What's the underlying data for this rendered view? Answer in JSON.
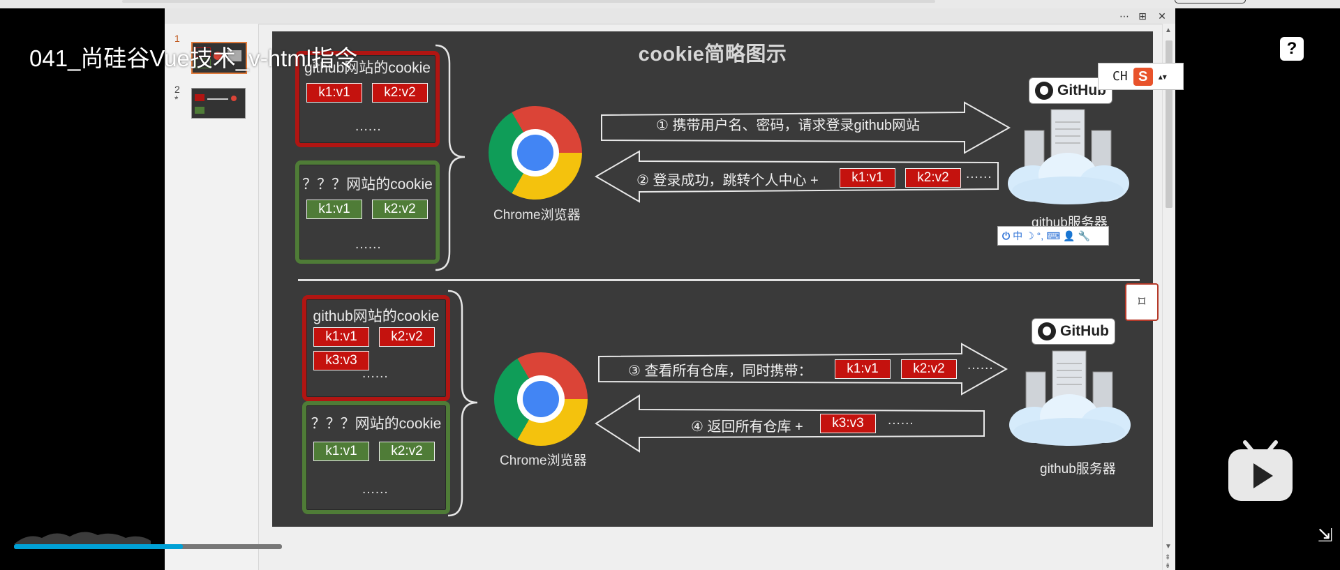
{
  "video": {
    "title": "041_尚硅谷Vue技术_v-html指令",
    "progress": 0.63,
    "help_label": "?",
    "expand_label": "⇲"
  },
  "ppt": {
    "slide_numbers": [
      "1",
      "2"
    ],
    "slide2_marker": "*",
    "window_buttons": [
      "⋯",
      "⊞",
      "✕"
    ]
  },
  "slide": {
    "title": "cookie简略图示",
    "top": {
      "github_box_title": "github网站的cookie",
      "github_cookies": [
        "k1:v1",
        "k2:v2"
      ],
      "github_dots": "......",
      "other_box_title": "？？？网站的cookie",
      "other_cookies": [
        "k1:v1",
        "k2:v2"
      ],
      "other_dots": "......",
      "browser_label": "Chrome浏览器",
      "arrow1_text": "① 携带用户名、密码，请求登录github网站",
      "arrow2_text": "② 登录成功，跳转个人中心 +",
      "arrow2_cookies": [
        "k1:v1",
        "k2:v2"
      ],
      "arrow2_dots": "......",
      "github_logo_text": "GitHub",
      "server_label": "github服务器"
    },
    "bottom": {
      "github_box_title": "github网站的cookie",
      "github_cookies": [
        "k1:v1",
        "k2:v2",
        "k3:v3"
      ],
      "github_dots": "......",
      "other_box_title": "？？？网站的cookie",
      "other_cookies": [
        "k1:v1",
        "k2:v2"
      ],
      "other_dots": "......",
      "browser_label": "Chrome浏览器",
      "arrow3_text": "③ 查看所有仓库，同时携带：",
      "arrow3_cookies": [
        "k1:v1",
        "k2:v2"
      ],
      "arrow3_dots": "......",
      "arrow4_text": "④ 返回所有仓库 +",
      "arrow4_cookies": [
        "k3:v3"
      ],
      "arrow4_dots": "......",
      "github_logo_text": "GitHub",
      "server_label": "github服务器"
    }
  },
  "ime_toolbar": {
    "items": [
      "中",
      "☽",
      "°,",
      "⌨",
      "👤",
      "🔧"
    ]
  },
  "ch_panel": {
    "label": "CH",
    "s_icon": "S",
    "arrows": "▴▾"
  },
  "colors": {
    "progress_fill": "#00a1d6",
    "slide_bg": "#3a3a3a",
    "cookie_red": "#c4120e",
    "cookie_green": "#4f7c37"
  }
}
